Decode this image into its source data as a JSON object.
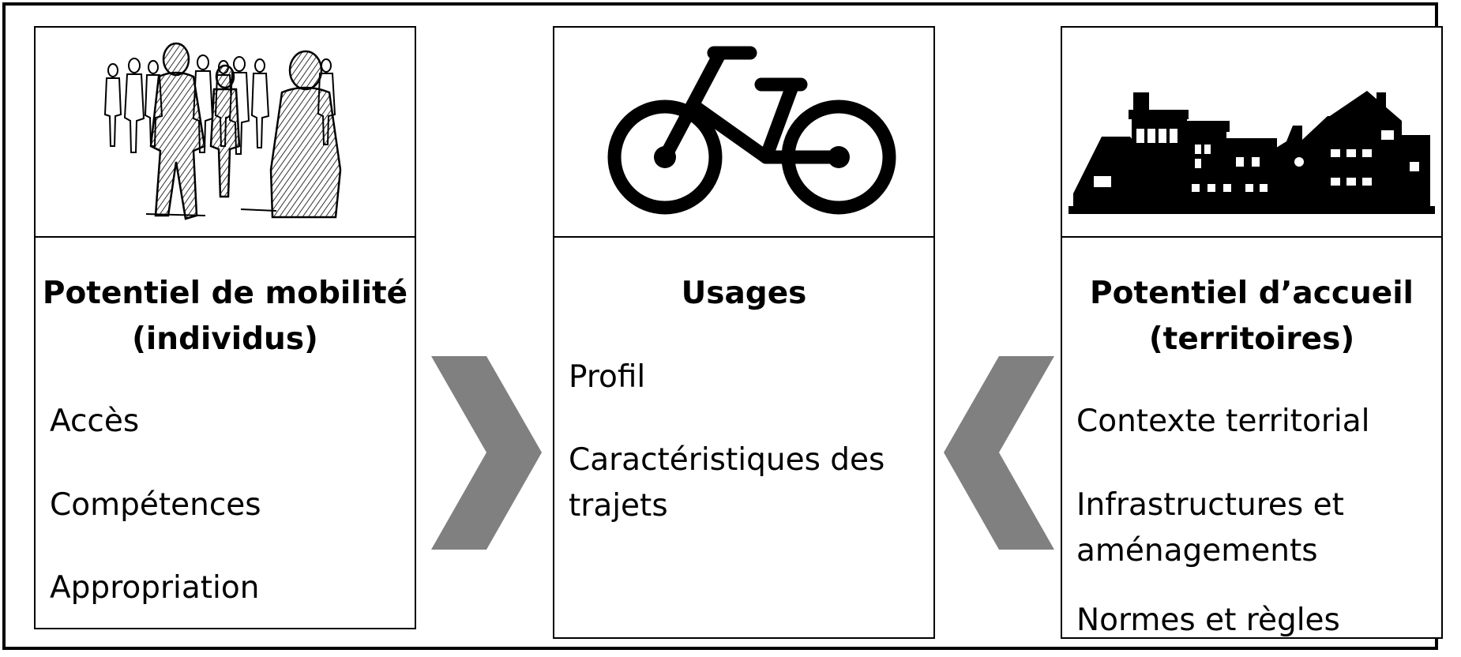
{
  "colors": {
    "line": "#000000",
    "chevron": "#808080",
    "background": "#ffffff"
  },
  "panels": {
    "left": {
      "icon": "crowd-sketch-icon",
      "title_line1": "Potentiel de mobilité",
      "title_line2": "(individus)",
      "items": [
        "Accès",
        "Compétences",
        "Appropriation"
      ]
    },
    "center": {
      "icon": "bicycle-icon",
      "title_line1": "Usages",
      "items": [
        "Profil",
        "Caractéristiques des",
        "trajets"
      ]
    },
    "right": {
      "icon": "houses-silhouette-icon",
      "title_line1": "Potentiel d’accueil",
      "title_line2": "(territoires)",
      "items": [
        "Contexte territorial",
        "Infrastructures et",
        "aménagements",
        "Normes et règles"
      ]
    }
  },
  "arrows": [
    "chevron-right-icon",
    "chevron-left-icon"
  ]
}
